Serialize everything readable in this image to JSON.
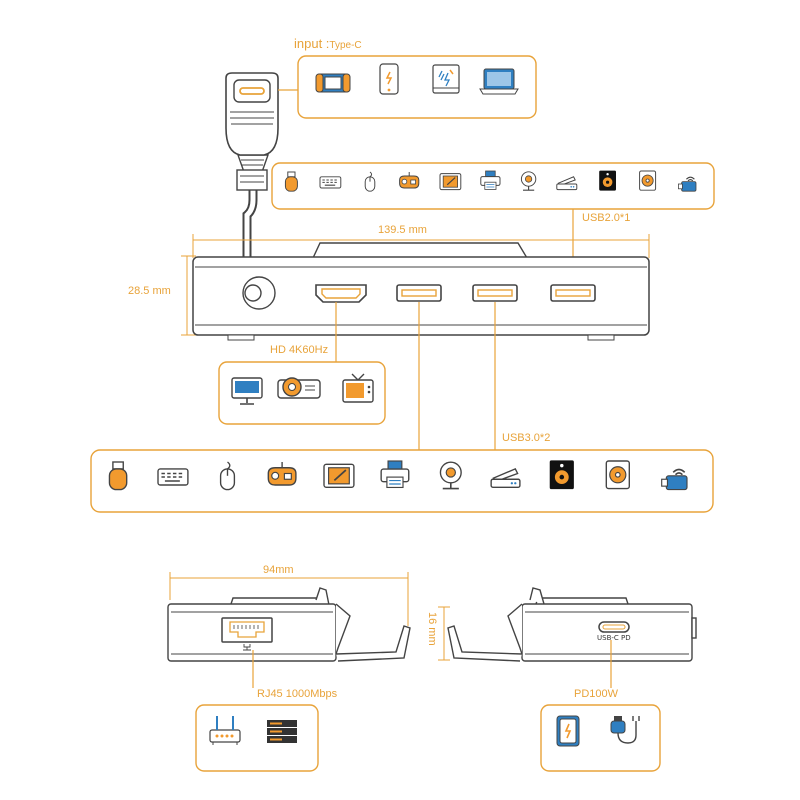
{
  "labels": {
    "input_main": "input :",
    "input_type": "Type-C",
    "usb2": "USB2.0*1",
    "width_top": "139.5 mm",
    "height_front": "28.5 mm",
    "hdmi": "HD 4K60Hz",
    "usb3": "USB3.0*2",
    "width_side": "94mm",
    "height_side": "16 mm",
    "rj45": "RJ45 1000Mbps",
    "pd": "PD100W",
    "port_usbc_pd": "USB-C PD"
  },
  "device_groups": {
    "input": [
      "game-console-icon",
      "phone-icon",
      "tablet-icon",
      "laptop-icon"
    ],
    "usb2": [
      "usb-drive-icon",
      "keyboard-icon",
      "mouse-icon",
      "gamepad-icon",
      "drawing-tablet-icon",
      "printer-icon",
      "webcam-icon",
      "scanner-icon",
      "speaker-icon",
      "hard-drive-icon",
      "wifi-adapter-icon"
    ],
    "hdmi": [
      "monitor-icon",
      "projector-icon",
      "tv-icon"
    ],
    "usb3": [
      "usb-drive-icon",
      "keyboard-icon",
      "mouse-icon",
      "gamepad-icon",
      "drawing-tablet-icon",
      "printer-icon",
      "webcam-icon",
      "scanner-icon",
      "speaker-icon",
      "hard-drive-icon",
      "wifi-adapter-icon"
    ],
    "rj45": [
      "router-icon",
      "server-icon"
    ],
    "pd": [
      "power-bank-icon",
      "charger-icon"
    ]
  },
  "colors": {
    "accent": "#e8a33a",
    "outline": "#444444",
    "icon_blue": "#2f7fc1",
    "icon_orange": "#f29a2e"
  }
}
